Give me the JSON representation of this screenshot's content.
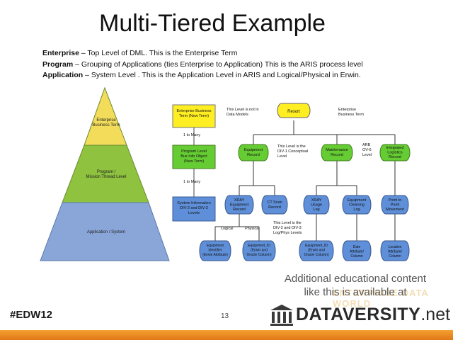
{
  "title": "Multi-Tiered Example",
  "definitions": [
    {
      "term": "Enterprise",
      "text": " – Top Level of DML. This is the Enterprise Term"
    },
    {
      "term": "Program",
      "text": " – Grouping of Applications (ties Enterprise to Application) This is the ARIS process level"
    },
    {
      "term": "Application",
      "text": " – System Level . This is the Application Level in ARIS and Logical/Physical in Erwin."
    }
  ],
  "pyramid": {
    "top": "Enterprise Business Term",
    "middle": "Program / Mission Thread Level",
    "bottom": "Application / System"
  },
  "legend": {
    "enterprise_box": "Enterprise Business Term (New Term)",
    "one_to_many_1": "1 to Many",
    "program_box": "Program Level Bus Info Object (New Term)",
    "one_to_many_2": "1 to Many",
    "system_info": "System Information DIV-2 and DIV-3 Levels"
  },
  "notes": {
    "not_in_models": "This Level is not in Data Models",
    "enterprise_term": "Enterprise Business Term",
    "div1": "This Level is the DIV-1 Conceptual Level",
    "arb": "ARB OV-6 Level",
    "div23": "This Level is the DIV-2 and DIV-3 Log/Phys Levels",
    "logical": "Logical",
    "physical": "Physical"
  },
  "nodes": {
    "resort": "Resort",
    "equipment_record": "Equipment Record",
    "maintenance_record": "Maintenance Record",
    "integrated_logistics": "Integrated Logistics Record",
    "xray_equipment": "XRAY Equipment Record",
    "ct_scan": "CT Scan Record",
    "xray_usage": "XRAY Usage Log",
    "equipment_cleaning": "Equipment Cleaning Log",
    "point_to_point": "Point to Point Movement",
    "equipment_identifier": "Equipment Identifier (Erwin Attribute)",
    "equipment_id_oracle": "Equipment_ID (Erwin and Oracle Column)",
    "equipment_id_oracle2": "Equipment_ID (Erwin and Oracle Column)",
    "date_attribute": "Date Attribute/ Column",
    "location_attribute": "Location Attribute/ Column"
  },
  "footer": {
    "hashtag": "#EDW12",
    "page_number": "13",
    "promo_line1": "Additional educational content",
    "promo_line2": "like this is available at",
    "brand": "DATAVERSITY",
    "brand_tld": ".net",
    "watermark": "ENTERPRISE DATA WORLD"
  },
  "colors": {
    "pyramid_top": "#f2dc5a",
    "pyramid_mid": "#8fc23e",
    "pyramid_bottom": "#8aa6d8",
    "yellow_node": "#ffee22",
    "green_node": "#66cc33",
    "blue_node": "#5f8fd8",
    "bottom_bar": "#f08c20"
  }
}
